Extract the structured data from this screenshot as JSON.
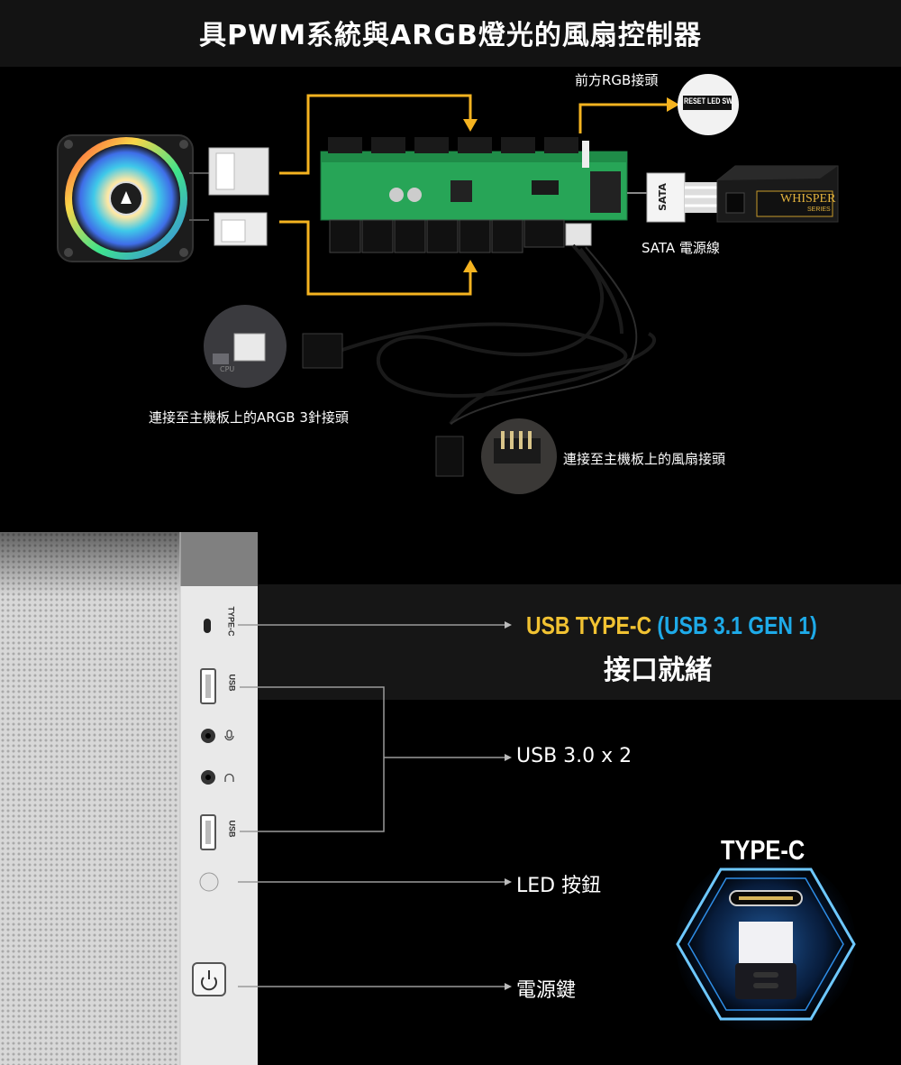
{
  "header": {
    "title": "具PWM系統與ARGB燈光的風扇控制器"
  },
  "controller": {
    "front_rgb_label": "前方RGB接頭",
    "reset_label": "RESET LED SW",
    "sata_tag": "SATA",
    "sata_cable_label": "SATA 電源線",
    "argb_label": "連接至主機板上的ARGB 3針接頭",
    "fan_header_label": "連接至主機板上的風扇接頭",
    "psu_brand": "WHISPER",
    "psu_series": "SERIES",
    "motherboard_tag": "CPU"
  },
  "io_panel": {
    "usbc_prefix": "USB TYPE-C",
    "usbc_suffix": "(USB 3.1 GEN 1)",
    "usbc_ready": "接口就緒",
    "usb3_label": "USB 3.0 x 2",
    "led_label": "LED 按鈕",
    "power_label": "電源鍵",
    "port_typec_text": "TYPE-C",
    "port_usb_text": "USB",
    "typec_badge": "TYPE-C"
  },
  "colors": {
    "accent_yellow": "#f5b320",
    "accent_blue": "#1eaae8",
    "usbc_yellow": "#f1c232"
  }
}
